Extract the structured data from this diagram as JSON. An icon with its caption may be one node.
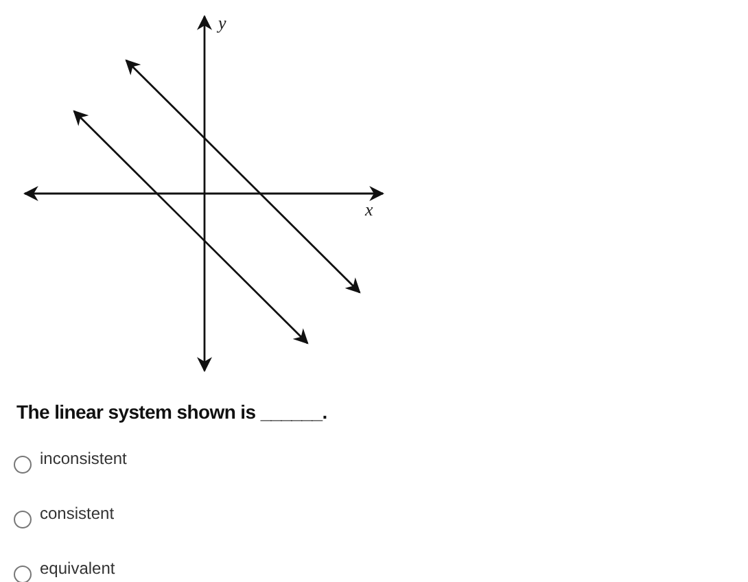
{
  "diagram": {
    "labels": [
      "y",
      "x",
      "The linear system shown is ______.",
      "inconsistent",
      "consistent",
      "equivalent"
    ]
  }
}
